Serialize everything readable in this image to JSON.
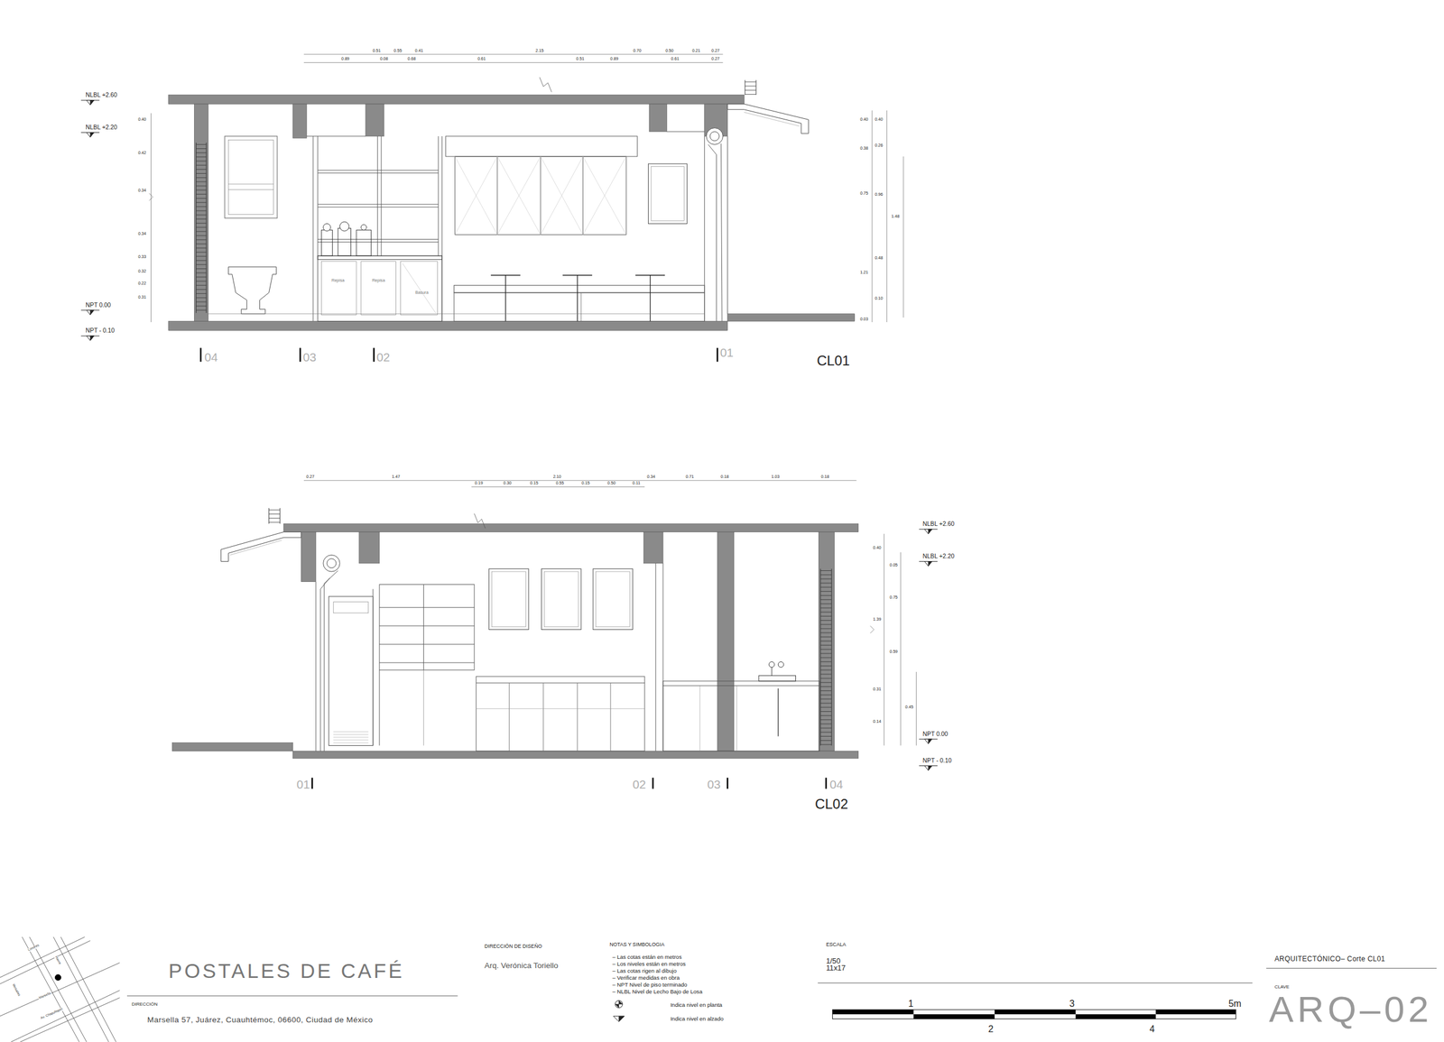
{
  "diagram": {
    "title": "POSTALES DE CAFÉ",
    "labels": [
      "NLBL +2.60",
      "NLBL +2.20",
      "NPT 0.00",
      "NPT - 0.10",
      "04",
      "03",
      "02",
      "01",
      "CL01",
      "Repisa",
      "Repisa",
      "Basura",
      "NLBL +2.60",
      "NLBL +2.20",
      "NPT 0.00",
      "NPT - 0.10",
      "01",
      "02",
      "03",
      "04",
      "CL02",
      "0.51",
      "0.55",
      "0.41",
      "2.15",
      "0.70",
      "0.50",
      "0.21",
      "0.27",
      "0.89",
      "0.08",
      "0.68",
      "0.61",
      "0.51",
      "0.89",
      "0.61",
      "0.27",
      "0.40",
      "0.42",
      "0.34",
      "0.34",
      "0.33",
      "0.32",
      "0.22",
      "0.31",
      "0.40",
      "0.38",
      "0.75",
      "1.21",
      "0.03",
      "0.40",
      "0.26",
      "0.96",
      "0.48",
      "0.10",
      "1.48",
      "0.27",
      "1.47",
      "2.10",
      "0.34",
      "0.71",
      "0.18",
      "1.03",
      "0.18",
      "0.19",
      "0.30",
      "0.15",
      "0.55",
      "0.15",
      "0.50",
      "0.11",
      "0.40",
      "0.05",
      "0.75",
      "1.39",
      "0.59",
      "0.31",
      "0.14",
      "0.45",
      "DIRECCIÓN",
      "Marsella 57, Juárez, Cuauhtémoc, 06600, Ciudad de México",
      "DIRECCIÓN DE DISEÑO",
      "Arq. Verónica Toriello",
      "NOTAS Y SIMBOLOGIA",
      "– Las cotas están en metros",
      "– Los niveles están en metros",
      "– Las cotas rigen al dibujo",
      "– Verificar medidas en obra",
      "– NPT Nivel de piso terminado",
      "– NLBL Nivel de Lecho Bajo de Losa",
      "ESCALA",
      "1/50",
      "11x17",
      "1",
      "2",
      "3",
      "4",
      "5m",
      "ARQUITECTÓNICO– Corte CL01",
      "CLAVE",
      "ARQ–02",
      "Londres",
      "Havre",
      "Versalles",
      "Marsella",
      "Av. Chapultepec"
    ],
    "legend": [
      {
        "text": "Indica nivel en planta"
      },
      {
        "text": "Indica nivel en alzado"
      }
    ]
  }
}
